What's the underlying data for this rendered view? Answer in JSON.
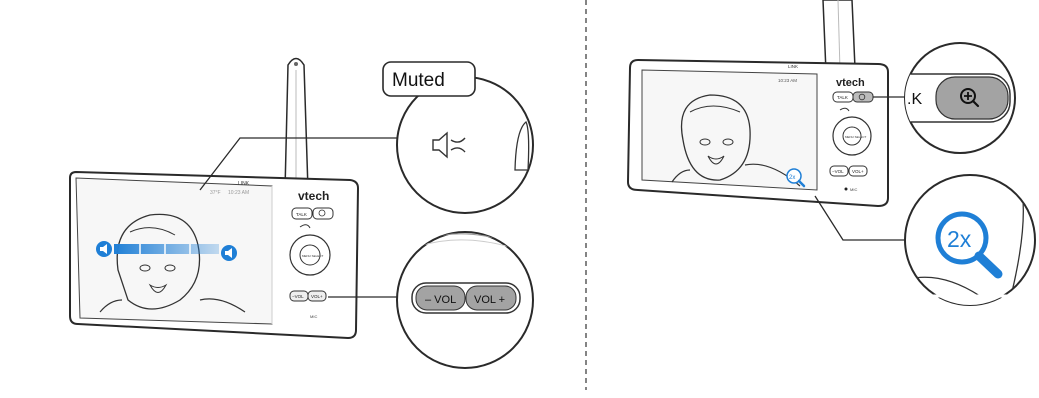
{
  "left_panel": {
    "callout_muted": "Muted",
    "brand": "vtech",
    "status_link": "LINK",
    "status_temp": "37°F",
    "status_time": "10:23 AM",
    "btn_talk": "TALK",
    "btn_menu": "MENU SELECT",
    "btn_vol_minus": "−VOL",
    "btn_vol_plus": "VOL+",
    "mic": "MIC",
    "zoom_vol_minus": "– VOL",
    "zoom_vol_plus": "VOL +"
  },
  "right_panel": {
    "brand": "vtech",
    "status_link": "LINK",
    "status_time": "10:23 AM",
    "btn_talk": "TALK",
    "btn_menu": "MENU SELECT",
    "btn_vol_minus": "−VOL",
    "btn_vol_plus": "VOL+",
    "mic": "MIC",
    "zoom_partial_label": ".K",
    "zoom_level": "2x",
    "zoom_level_large": "2x"
  },
  "colors": {
    "accent_blue": "#1f7fd6",
    "outline": "#2a2a2a",
    "button_gray": "#9a9a9a"
  }
}
